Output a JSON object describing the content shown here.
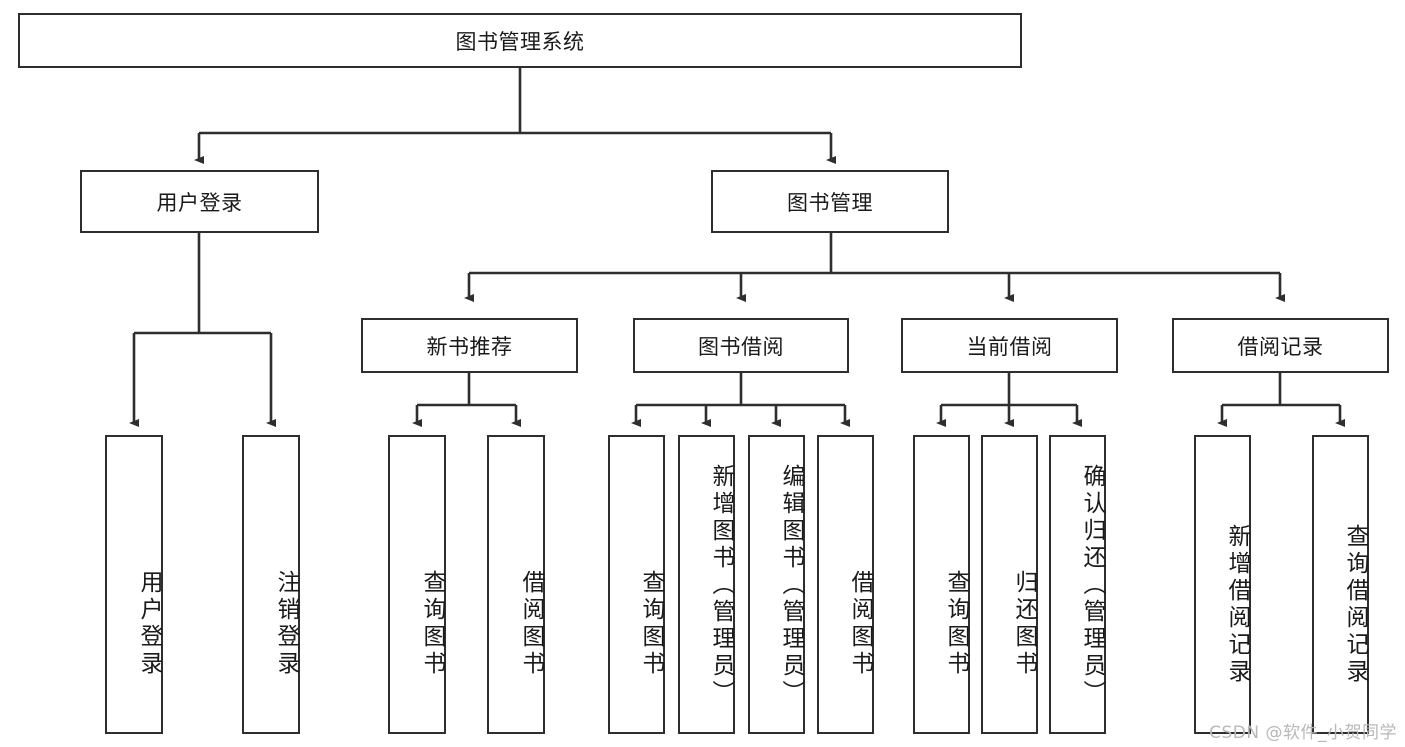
{
  "diagram": {
    "type": "tree-hierarchy-chart",
    "title": "图书管理系统",
    "orientation": "top-down",
    "stroke_color": "#2e2e2e",
    "fill_color": "#ffffff",
    "text_color": "#1a1a1a"
  },
  "root": {
    "label": "图书管理系统"
  },
  "level1": [
    {
      "id": "user-login",
      "label": "用户登录"
    },
    {
      "id": "book-manage",
      "label": "图书管理"
    }
  ],
  "level2": [
    {
      "id": "new-book-recommend",
      "label": "新书推荐"
    },
    {
      "id": "book-borrow",
      "label": "图书借阅"
    },
    {
      "id": "current-borrow",
      "label": "当前借阅"
    },
    {
      "id": "borrow-record",
      "label": "借阅记录"
    }
  ],
  "leaves": {
    "user_login": [
      {
        "id": "leaf-user-login",
        "label": "用户登录"
      },
      {
        "id": "leaf-logout",
        "label": "注销登录"
      }
    ],
    "new_book_recommend": [
      {
        "id": "leaf-query-book-1",
        "label": "查询图书"
      },
      {
        "id": "leaf-borrow-book-1",
        "label": "借阅图书"
      }
    ],
    "book_borrow": [
      {
        "id": "leaf-query-book-2",
        "label": "查询图书"
      },
      {
        "id": "leaf-add-book",
        "label": "新增图书（管理员）"
      },
      {
        "id": "leaf-edit-book",
        "label": "编辑图书（管理员）"
      },
      {
        "id": "leaf-borrow-book-2",
        "label": "借阅图书"
      }
    ],
    "current_borrow": [
      {
        "id": "leaf-query-book-3",
        "label": "查询图书"
      },
      {
        "id": "leaf-return-book",
        "label": "归还图书"
      },
      {
        "id": "leaf-confirm-return",
        "label": "确认归还（管理员）"
      }
    ],
    "borrow_record": [
      {
        "id": "leaf-add-record",
        "label": "新增借阅记录"
      },
      {
        "id": "leaf-query-record",
        "label": "查询借阅记录"
      }
    ]
  },
  "watermark": {
    "text": "CSDN @软件_小贺同学"
  }
}
